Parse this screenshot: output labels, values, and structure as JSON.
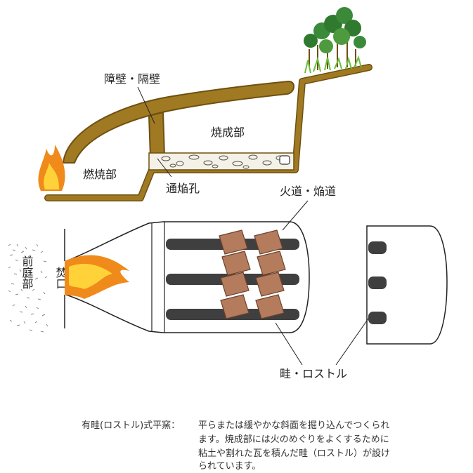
{
  "labels": {
    "partition_wall": "障壁・隔壁",
    "firing_chamber": "焼成部",
    "combustion_chamber": "燃焼部",
    "flame_hole": "通焔孔",
    "flue": "火道・焔道",
    "front_yard": "前庭部",
    "fire_mouth": "焚口",
    "ridge_rostle": "畦・ロストル"
  },
  "caption": {
    "heading": "有畦(ロストル)式平窯：",
    "lines": [
      "平らまたは緩やかな斜面を掘り込んでつくられ",
      "ます。焼成部には火のめぐりをよくするために",
      "粘土や割れた瓦を積んだ畦（ロストル）が設け",
      "られています。"
    ]
  },
  "colors": {
    "earth": "#a07a22",
    "earth_dark": "#6e5010",
    "flame_outer": "#f08a1a",
    "flame_inner": "#ffd23a",
    "tile": "#b47c5c",
    "flue_stripe": "#3f3f3f",
    "ash": "#8a8a8a",
    "tree": "#3b8a3a"
  }
}
